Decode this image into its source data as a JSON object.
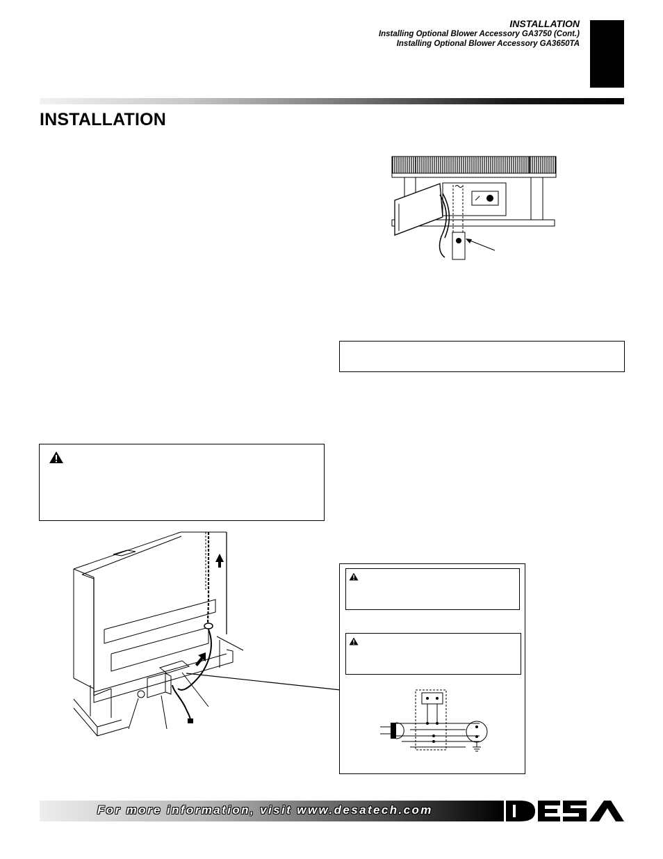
{
  "header": {
    "section": "INSTALLATION",
    "line1": "Installing Optional Blower Accessory GA3750 (Cont.)",
    "line2": "Installing Optional Blower Accessory GA3650TA"
  },
  "page_title": "INSTALLATION",
  "footer": {
    "text": "For more information, visit www.desatech.com"
  },
  "logo": {
    "brand": "DESA"
  },
  "icons": {
    "warning": "warning-triangle-icon"
  }
}
